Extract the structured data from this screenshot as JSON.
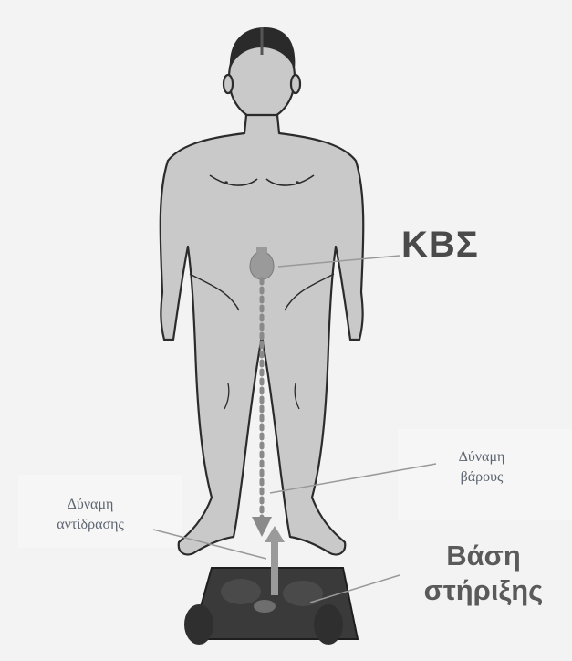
{
  "labels": {
    "cog": "ΚΒΣ",
    "weight_force_line1": "Δύναμη",
    "weight_force_line2": "βάρους",
    "reaction_force_line1": "Δύναμη",
    "reaction_force_line2": "αντίδρασης",
    "base_line1": "Βάση",
    "base_line2": "στήριξης"
  },
  "colors": {
    "body_fill": "#c9c9c9",
    "outline": "#2b2b2b",
    "base_fill": "#3a3a3a",
    "force_line": "#888888",
    "label_text": "#555555"
  }
}
